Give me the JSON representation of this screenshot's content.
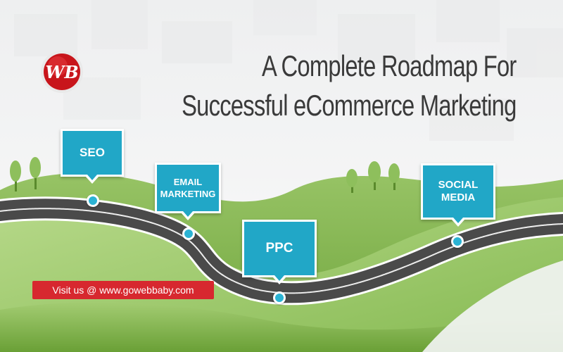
{
  "title": {
    "line1": "A Complete Roadmap For",
    "line2": "Successful eCommerce Marketing"
  },
  "logo": {
    "text": "WB",
    "colors": {
      "main": "#c8151b",
      "ring": "#e9e9e9"
    }
  },
  "milestones": [
    {
      "label": "SEO"
    },
    {
      "label": "EMAIL MARKETING",
      "line1": "EMAIL",
      "line2": "MARKETING"
    },
    {
      "label": "PPC"
    },
    {
      "label": "SOCIAL MEDIA",
      "line1": "SOCIAL",
      "line2": "MEDIA"
    }
  ],
  "visit_link": {
    "label": "Visit us @ www.gowebbaby.com"
  },
  "colors": {
    "sign": "#21a7c7",
    "road": "#4a4a4a",
    "grass_dark": "#7fb347",
    "grass_light": "#a9cf7a",
    "banner": "#d7282f",
    "title_text": "#3a3a3a"
  }
}
